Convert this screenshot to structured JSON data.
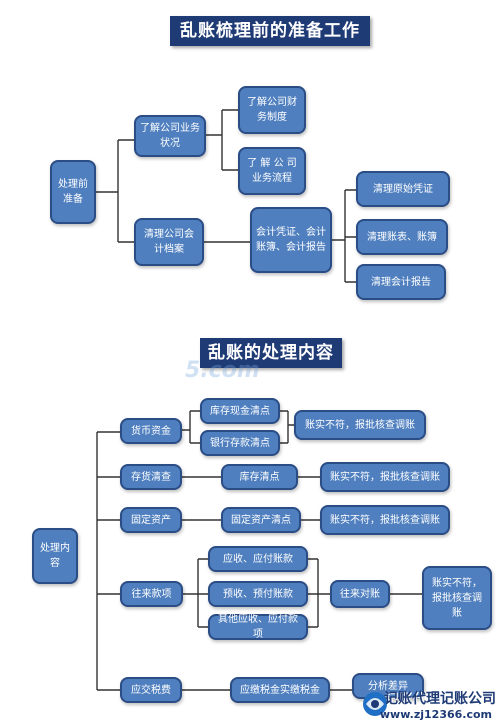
{
  "section1": {
    "title": "乱账梳理前的准备工作",
    "root": "处理前准备",
    "business": "了解公司业务状况",
    "finance_system": "了解公司财务制度",
    "business_flow": "了 解 公 司业务流程",
    "archives": "清理公司会计档案",
    "docs": "会计凭证、会计账簿、会计报告",
    "clean_vouchers": "清理原始凭证",
    "clean_books": "清理账表、账簿",
    "clean_reports": "清理会计报告"
  },
  "section2": {
    "title": "乱账的处理内容",
    "root": "处理内容",
    "cash": "货币资金",
    "cash_count": "库存现金清点",
    "bank_count": "银行存款清点",
    "cash_result": "账实不符，报批核查调账",
    "inventory": "存货清查",
    "inventory_count": "库存清点",
    "inventory_result": "账实不符，报批核查调账",
    "fixed_assets": "固定资产",
    "fixed_count": "固定资产清点",
    "fixed_result": "账实不符，报批核查调账",
    "ar_ap": "往来款项",
    "receivable_payable": "应收、应付账款",
    "prepaid": "预收、预付账款",
    "other_ar_ap": "其他应收、应付款项",
    "reconcile": "往来对账",
    "reconcile_result": "账实不符，报批核查调账",
    "tax": "应交税费",
    "tax_compare": "应缴税金实缴税金",
    "tax_analysis": "分析差异"
  },
  "watermark": "5.com",
  "footer": {
    "brand": "记账代理记账公司",
    "url": "www.zj12366.com"
  },
  "colors": {
    "node_fill": "#4f7fbf",
    "node_border": "#2b4d86",
    "banner": "#1f3b76",
    "line": "#333333"
  }
}
